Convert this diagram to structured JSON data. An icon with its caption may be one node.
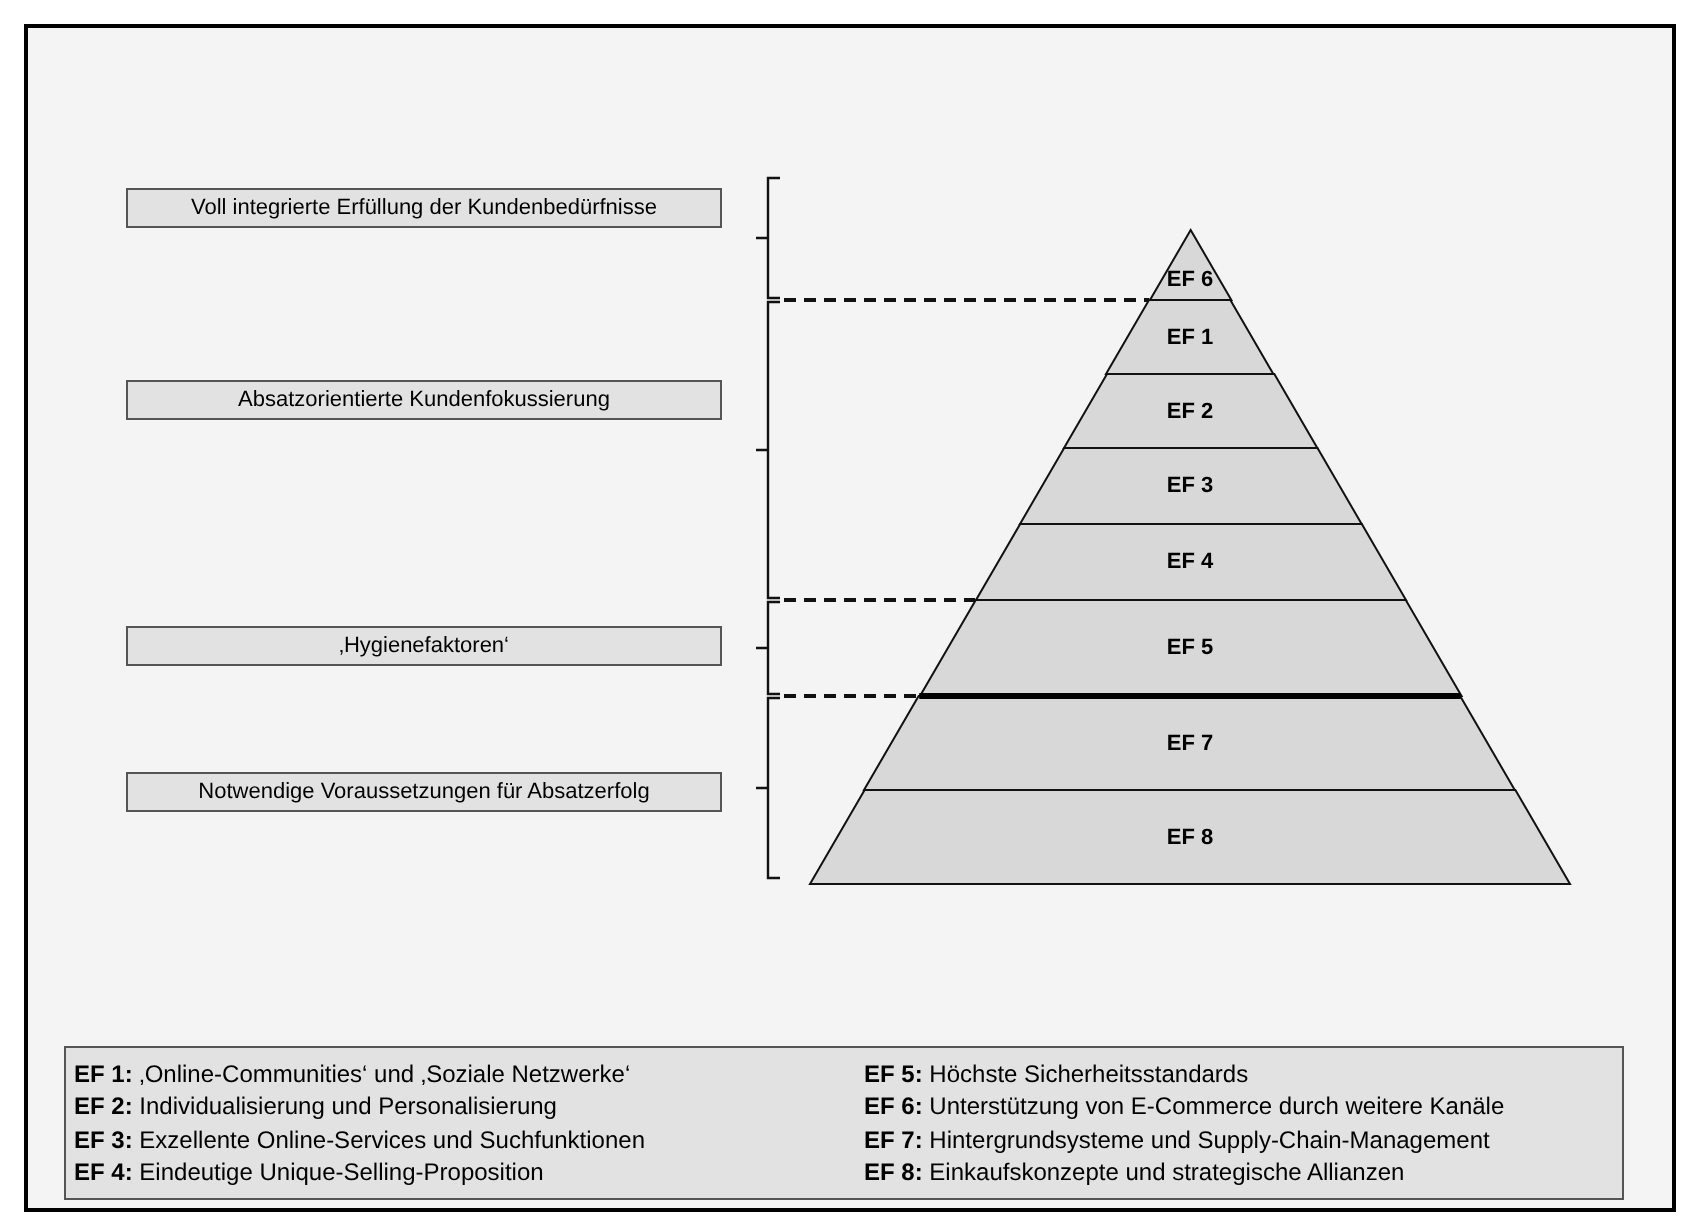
{
  "diagram": {
    "nodes": [
      {
        "text": [
          "Voll integrierte Erfüllung der Kundenbedürfnisse"
        ]
      },
      {
        "text": [
          "Absatzorientierte Kundenfokussierung"
        ]
      },
      {
        "text": [
          "‚Hygienefaktoren‘"
        ]
      },
      {
        "text": [
          "Notwendige Voraussetzungen für Absatzerfolg"
        ]
      },
      {
        "text": [
          "EF 6"
        ]
      },
      {
        "text": [
          "EF 1"
        ]
      },
      {
        "text": [
          "EF 2"
        ]
      },
      {
        "text": [
          "EF 3"
        ]
      },
      {
        "text": [
          "EF 4"
        ]
      },
      {
        "text": [
          "EF 5"
        ]
      },
      {
        "text": [
          "EF 7"
        ]
      },
      {
        "text": [
          "EF 8"
        ]
      }
    ],
    "labels": [
      "**EF 1:** ‚Online-Communities‘ und ‚Soziale Netzwerke‘",
      "**EF 2:** Individualisierung und Personalisierung",
      "**EF 3:** Exzellente Online-Services und Suchfunktionen",
      "**EF 4:** Eindeutige Unique-Selling-Proposition",
      "**EF 5:** Höchste Sicherheitsstandards",
      "**EF 6:** Unterstützung von E-Commerce durch weitere Kanäle",
      "**EF 7:** Hintergrundsysteme und Supply-Chain-Management",
      "**EF 8:** Einkaufskonzepte und strategische Allianzen"
    ]
  }
}
